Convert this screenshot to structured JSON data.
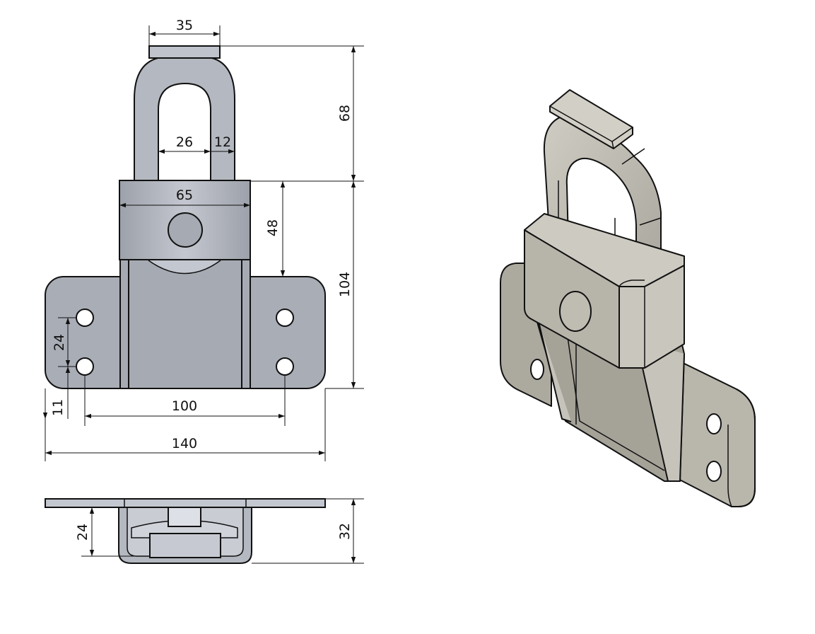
{
  "drawing": {
    "views": [
      "front-view",
      "bottom-view",
      "isometric-view"
    ],
    "colors": {
      "part_fill": "#a9adb6",
      "part_light": "#c3c7cf",
      "part_dark": "#8f939c",
      "iso_fill": "#b9b6ac",
      "iso_light": "#d2cfc6",
      "iso_dark": "#8f8c84",
      "line": "#111111",
      "background": "#ffffff"
    },
    "dimensions": {
      "shackle_top_width": "35",
      "shackle_height": "68",
      "shackle_inner_width": "26",
      "shackle_bar_width": "12",
      "body_width": "65",
      "body_height": "48",
      "overall_height": "104",
      "hole_spacing_vertical": "24",
      "hole_offset_bottom": "11",
      "hole_spacing_horizontal": "100",
      "overall_width": "140",
      "base_depth": "24",
      "overall_depth": "32"
    }
  }
}
